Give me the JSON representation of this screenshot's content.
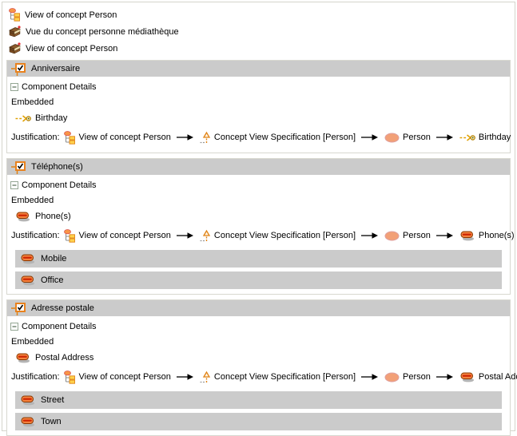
{
  "header": {
    "rows": [
      {
        "label": "View of concept Person",
        "icon": "view-of-concept-icon"
      },
      {
        "label": "Vue du concept personne médiathèque",
        "icon": "media-library-icon"
      },
      {
        "label": "View of concept Person",
        "icon": "media-library-icon"
      }
    ]
  },
  "labels": {
    "component_details": "Component Details",
    "embedded": "Embedded",
    "justification": "Justification:"
  },
  "justification_chain": [
    "View of concept Person",
    "Concept View Specification [Person]",
    "Person"
  ],
  "sections": [
    {
      "title": "Anniversaire",
      "component": "Birthday",
      "component_icon": "attribute-arrow-icon",
      "sub_items": []
    },
    {
      "title": "Téléphone(s)",
      "component": "Phone(s)",
      "component_icon": "disc-icon",
      "sub_items": [
        "Mobile",
        "Office"
      ]
    },
    {
      "title": "Adresse postale",
      "component": "Postal Address",
      "component_icon": "disc-icon",
      "sub_items": [
        "Street",
        "Town"
      ]
    }
  ],
  "icons": [
    "view-of-concept-icon",
    "media-library-icon",
    "section-check-icon",
    "collapse-toggle-icon",
    "attribute-arrow-icon",
    "disc-icon",
    "concept-view-spec-icon",
    "person-ellipse-icon",
    "arrow-right-icon"
  ],
  "colors": {
    "header_bar": "#cbcbcb",
    "section_border": "#d8d8d0",
    "accent_orange": "#e8821e",
    "disc_orange": "#f4813d",
    "disc_band_red": "#cc2200",
    "person_fill": "#f2a077",
    "text": "#000000"
  }
}
